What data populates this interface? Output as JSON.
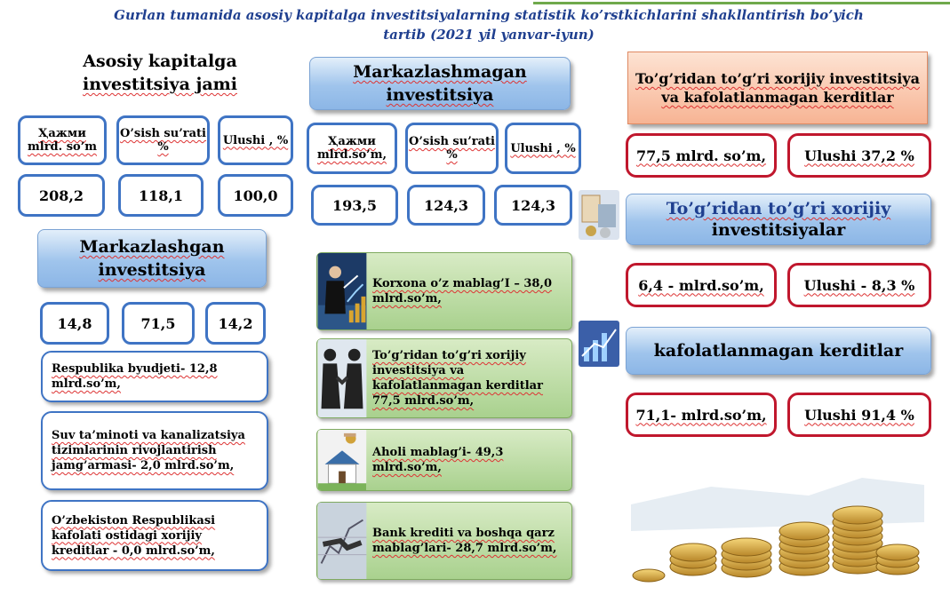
{
  "title": {
    "line1": "Gurlan tumanida asosiy kapitalga investitsiyalarning statistik ko’rstkichlarini shakllantirish bo’yich",
    "line2": "tartib     (2021 yil yanvar-iyun)"
  },
  "total": {
    "heading_line1": "Asosiy kapitalga",
    "heading_line2": "investitsiya  jami",
    "h1": "Ҳажми mlrd. so’m",
    "h2": "O’sish su’rati %",
    "h3": "Ulushi , %",
    "v1": "208,2",
    "v2": "118,1",
    "v3": "100,0"
  },
  "centralized": {
    "heading": "Markazlashgan investitsiya",
    "v1": "14,8",
    "v2": "71,5",
    "v3": "14,2",
    "items": [
      "Respublika byudjeti- 12,8 mlrd.so’m,",
      "Suv ta’minoti va kanalizatsiya tizimlarinin rivojlantirish jamg’armasi-  2,0  mlrd.so’m,",
      "O’zbekiston Respublikasi kafolati ostidagi xorijiy kreditlar  - 0,0  mlrd.so’m,"
    ]
  },
  "decentralized": {
    "heading": "Markazlashmagan investitsiya",
    "h1": "Ҳажми mlrd.so’m,",
    "h2": "O’sish su’rati %",
    "h3": "Ulushi , %",
    "v1": "193,5",
    "v2": "124,3",
    "v3": "124,3",
    "items": [
      {
        "text": "Korxona o’z mablag’I – 38,0 mlrd.so’m,",
        "icon": "businessman-chart-icon"
      },
      {
        "text": "To’g’ridan to’g’ri xorijiy  investitsiya  va kafolatlanmagan kerditlar 77,5  mlrd.so’m,",
        "icon": "handshake-icon"
      },
      {
        "text": "Aholi mablag’i- 49,3 mlrd.so’m,",
        "icon": "house-coin-icon"
      },
      {
        "text": "Bank krediti va boshqa  qarz mablag’lari- 28,7 mlrd.so’m,",
        "icon": "finance-handshake-icon"
      }
    ]
  },
  "fdi_total": {
    "heading": "To’g’ridan to’g’ri xorijiy investitsiya  va kafolatlanmagan kerditlar",
    "value": "77,5 mlrd. so’m,",
    "share": "Ulushi  37,2 %"
  },
  "fdi": {
    "heading_line1": "To’g’ridan to’g’ri xorijiy",
    "heading_line2": "investitsiyalar",
    "value": "6,4 - mlrd.so’m,",
    "share": "Ulushi  - 8,3 %"
  },
  "credits": {
    "heading": "kafolatlanmagan kerditlar",
    "value": "71,1- mlrd.so’m,",
    "share": "Ulushi 91,4 %"
  },
  "colors": {
    "blue_border": "#3f74c4",
    "red_border": "#c0172d",
    "title_color": "#1f3f8f",
    "green_fill": "#a9d18e",
    "peach_fill": "#f7b494"
  }
}
